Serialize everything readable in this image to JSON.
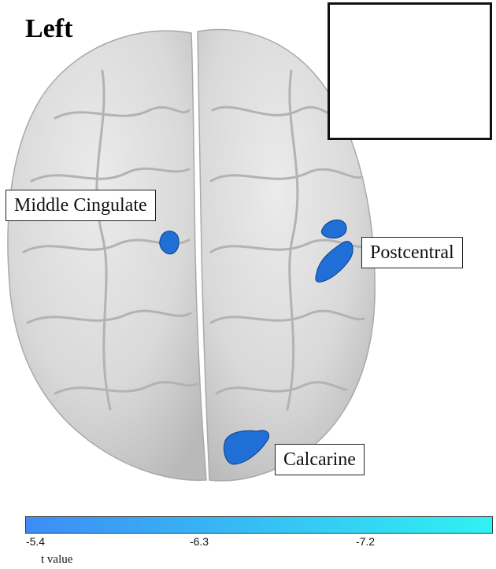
{
  "figure": {
    "side_label": "Left",
    "regions": [
      {
        "label": "Middle Cingulate"
      },
      {
        "label": "Postcentral"
      },
      {
        "label": "Calcarine"
      }
    ],
    "colorbar": {
      "ticks": [
        "-5.4",
        "-6.3",
        "-7.2"
      ],
      "label": "t value",
      "color_low": "#3d8cf5",
      "color_high": "#2ff2f2"
    },
    "brain_color": "#d9d9d9",
    "cluster_color": "#1f6fd6"
  }
}
